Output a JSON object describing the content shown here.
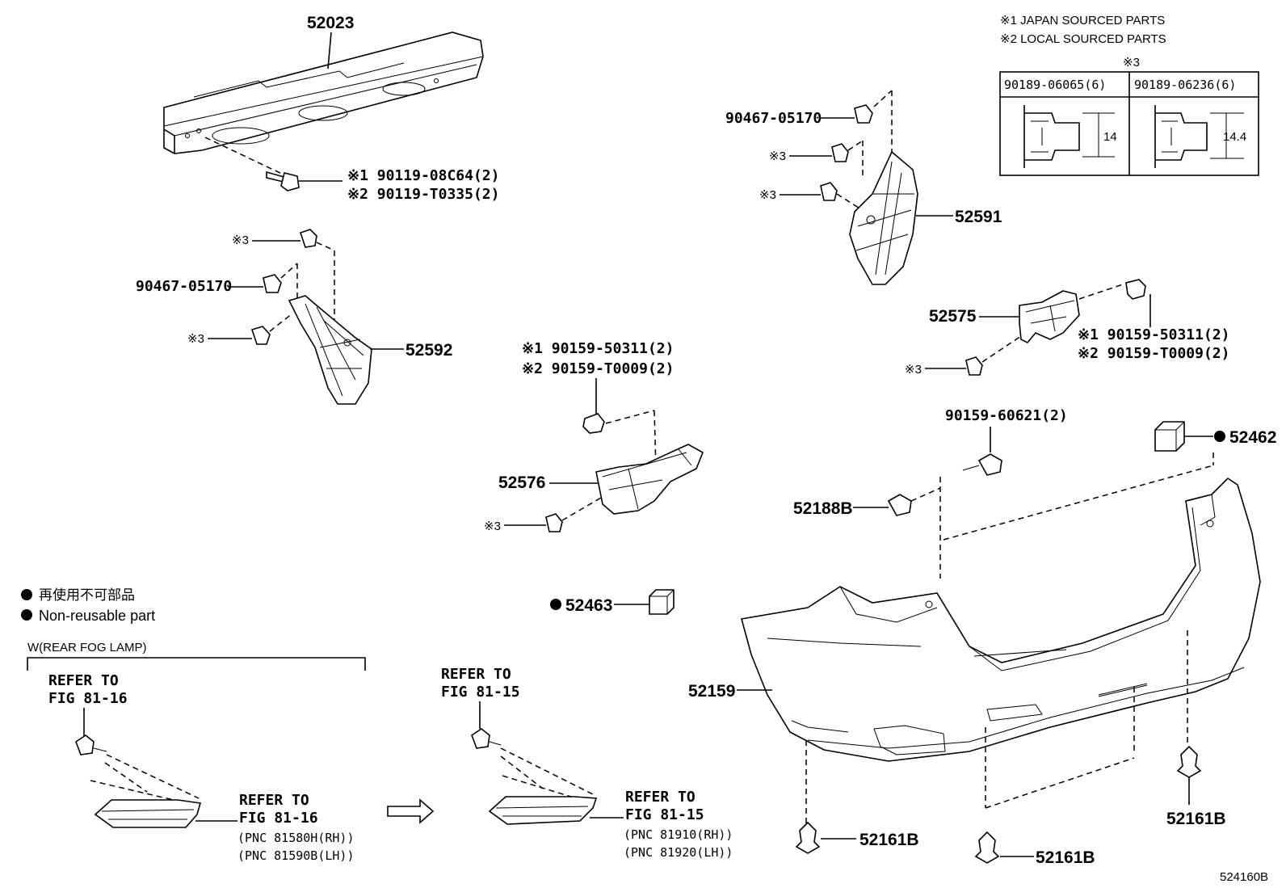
{
  "notes": {
    "japan": "※1 JAPAN SOURCED PARTS",
    "local": "※2 LOCAL SOURCED PARTS",
    "mark3": "※3"
  },
  "clip_table": {
    "col1_header": "90189-06065(6)",
    "col2_header": "90189-06236(6)",
    "col1_dim": "14",
    "col2_dim": "14.4"
  },
  "parts": {
    "p52023": "52023",
    "bolt_j": "※1 90119-08C64(2)",
    "bolt_l": "※2 90119-T0335(2)",
    "m3_a": "※3",
    "nut_left": "90467-05170",
    "m3_b": "※3",
    "p52592": "52592",
    "nut_right": "90467-05170",
    "m3_c": "※3",
    "m3_d": "※3",
    "p52591": "52591",
    "p52575": "52575",
    "screw_r_j": "※1 90159-50311(2)",
    "screw_r_l": "※2 90159-T0009(2)",
    "m3_e": "※3",
    "screw_c_j": "※1 90159-50311(2)",
    "screw_c_l": "※2 90159-T0009(2)",
    "p52576": "52576",
    "m3_f": "※3",
    "screw_60621": "90159-60621(2)",
    "p52462": "52462",
    "p52188B": "52188B",
    "p52463": "52463",
    "p52159": "52159",
    "p52161B_1": "52161B",
    "p52161B_2": "52161B",
    "p52161B_3": "52161B",
    "diagram_id": "524160B"
  },
  "legend": {
    "jp": "再使用不可部品",
    "en": "Non-reusable part"
  },
  "fog": {
    "group_label": "W(REAR FOG LAMP)",
    "refer_a1": "REFER TO",
    "refer_a2": "FIG 81-16",
    "refer_b1": "REFER TO",
    "refer_b2": "FIG 81-16",
    "pnc_b1": "(PNC 81580H(RH))",
    "pnc_b2": "(PNC 81590B(LH))",
    "refer_c1": "REFER TO",
    "refer_c2": "FIG 81-15",
    "refer_d1": "REFER TO",
    "refer_d2": "FIG 81-15",
    "pnc_d1": "(PNC 81910(RH))",
    "pnc_d2": "(PNC 81920(LH))"
  }
}
